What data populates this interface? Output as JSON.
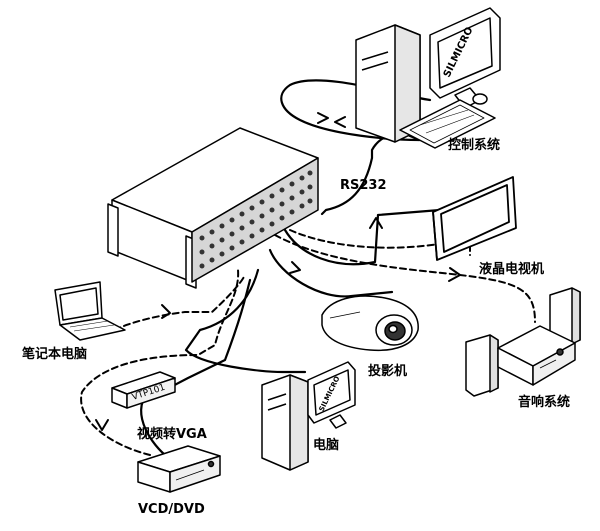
{
  "labels": {
    "control_system": "控制系统",
    "rs232": "RS232",
    "lcd_tv": "液晶电视机",
    "laptop": "笔记本电脑",
    "projector": "投影机",
    "video_to_vga": "视频转VGA",
    "computer": "电脑",
    "audio_system": "音响系统",
    "vcd_dvd": "VCD/DVD"
  },
  "monitor_brand": "SILMICRO",
  "converter_model": "VTP101"
}
